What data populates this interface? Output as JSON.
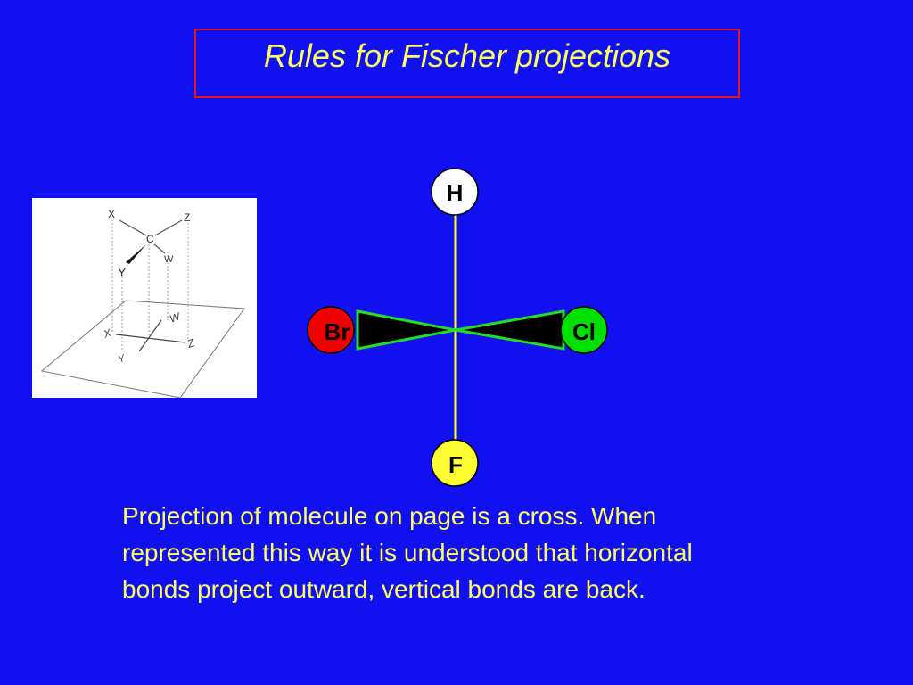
{
  "slide": {
    "title": "Rules for Fischer projections",
    "background_color": "#1010f0",
    "text_color": "#ffff66",
    "title_border_color": "#e01818"
  },
  "molecule": {
    "atoms": {
      "top": {
        "symbol": "H",
        "color": "#ffffff"
      },
      "bottom": {
        "symbol": "F",
        "color": "#ffff33"
      },
      "left": {
        "symbol": "Br",
        "color": "#ee0000"
      },
      "right": {
        "symbol": "Cl",
        "color": "#00dd00"
      }
    },
    "vertical_bond_color": "#ffff33",
    "wedge_fill_color": "#000000",
    "wedge_outline_color": "#22dd22"
  },
  "inset_diagram": {
    "labels_3d": {
      "x": "X",
      "z": "Z",
      "c": "C",
      "y": "Y",
      "w": "W"
    },
    "labels_projected": {
      "w": "W",
      "x": "X",
      "z": "Z",
      "y": "Y"
    }
  },
  "caption": {
    "lines": [
      "Projection of molecule on page is a cross.  When",
      "represented this way it is understood that horizontal",
      "bonds project outward, vertical bonds are back."
    ]
  }
}
